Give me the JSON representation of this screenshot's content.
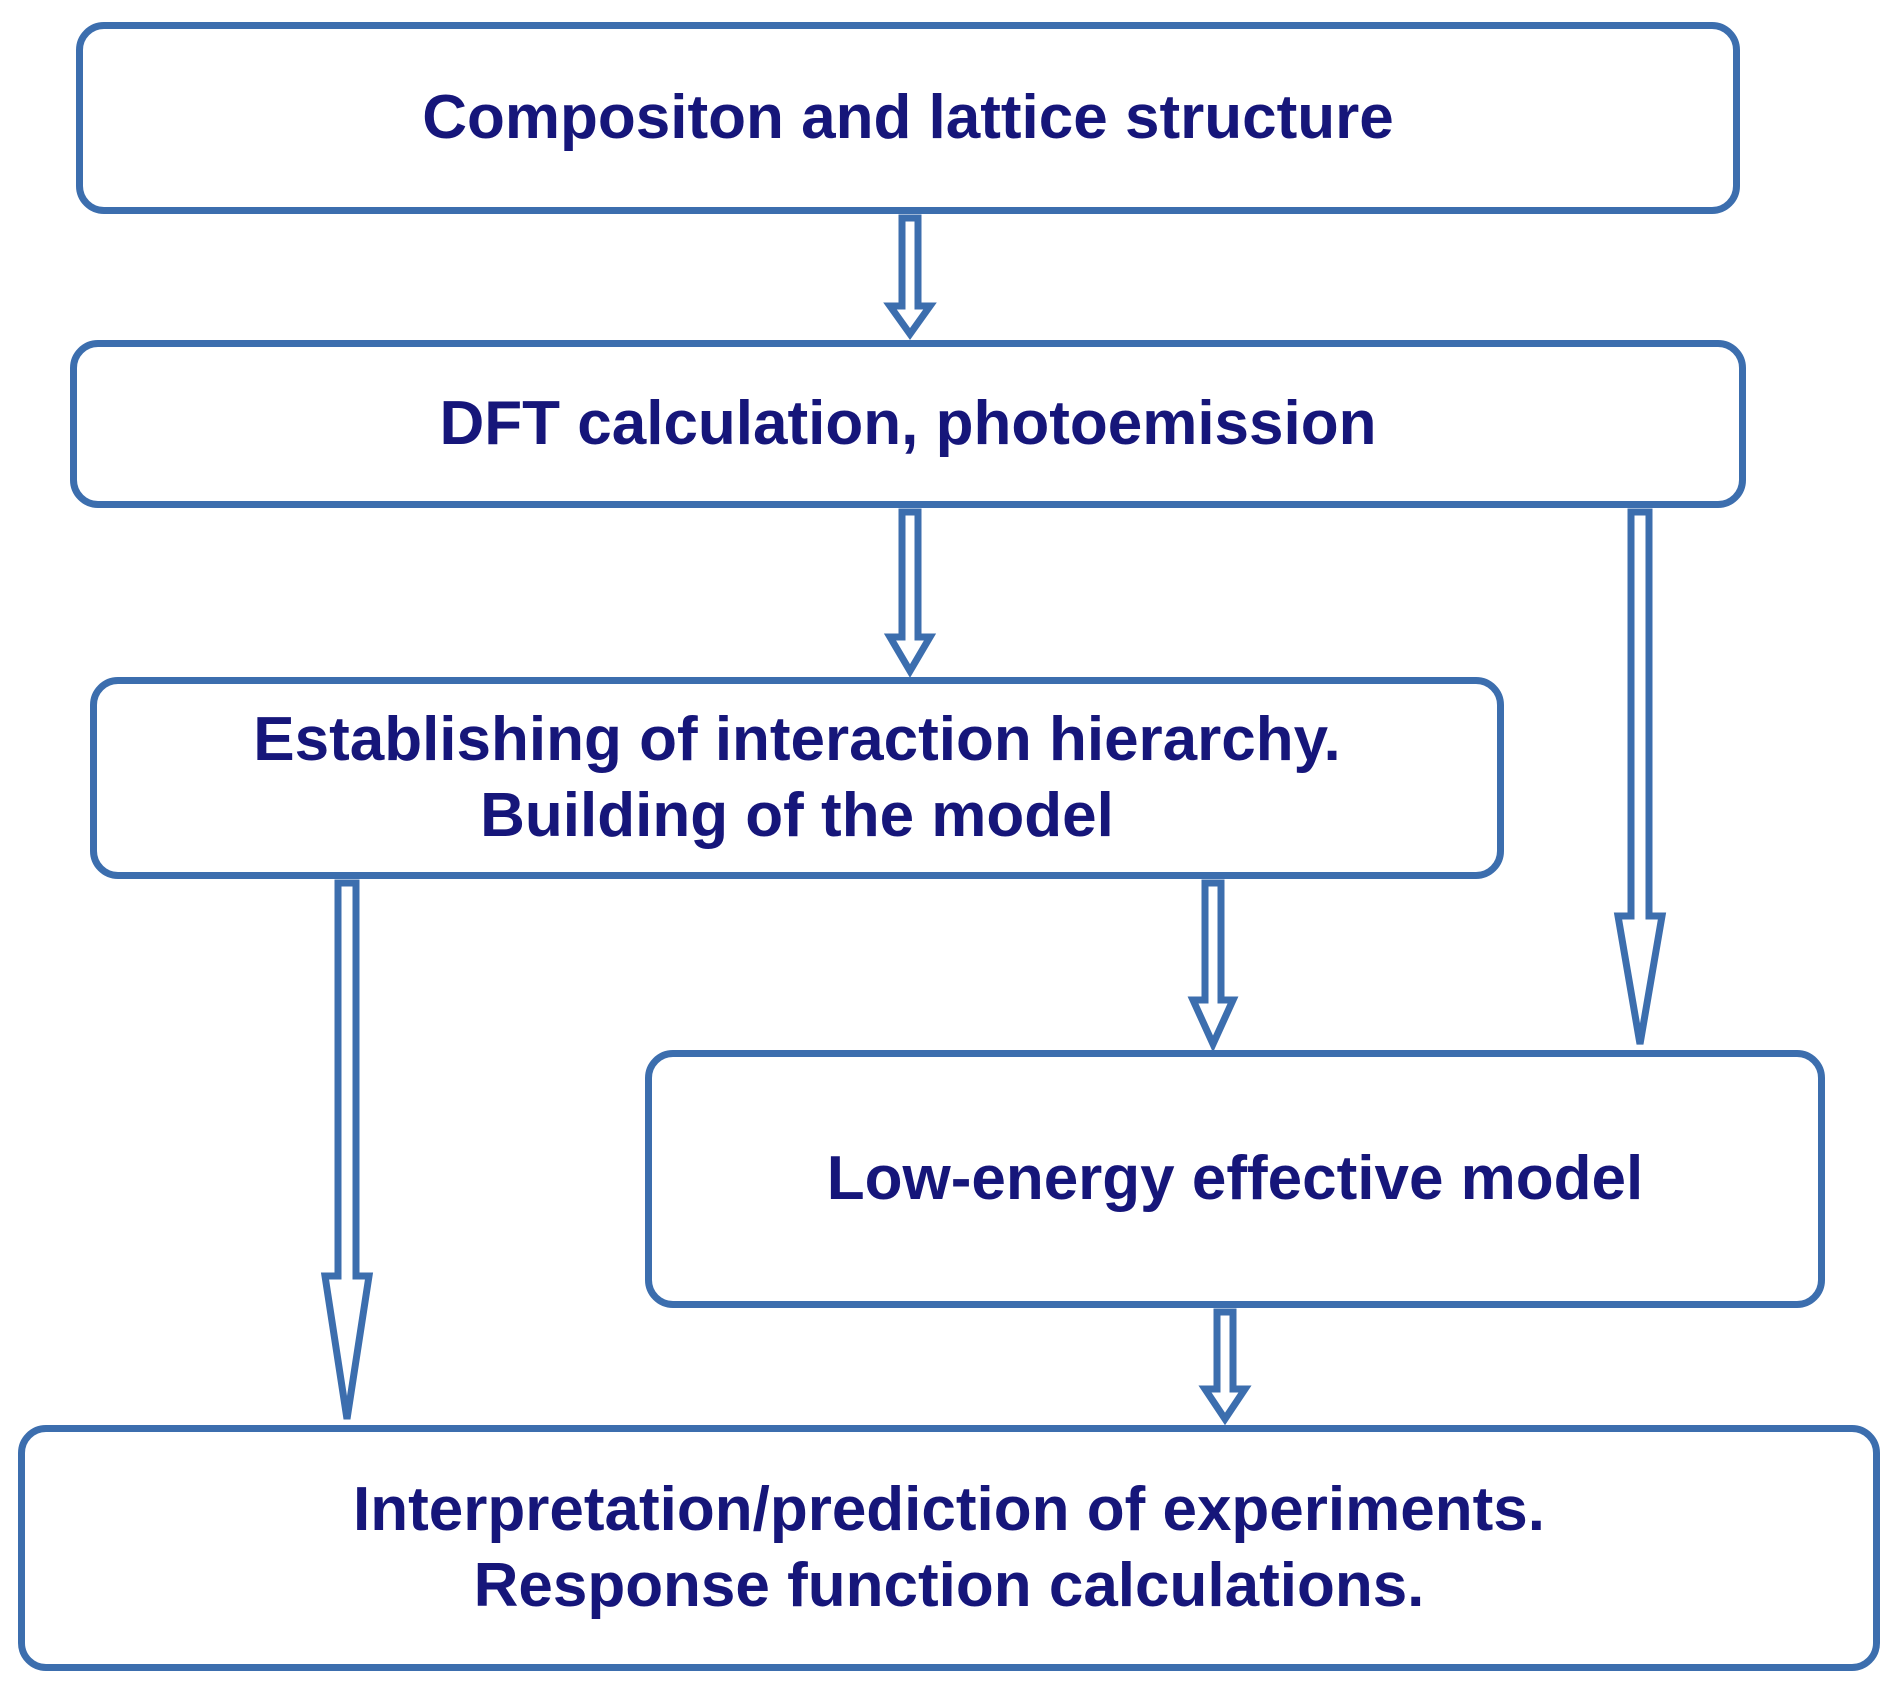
{
  "flowchart": {
    "nodes": {
      "composition": {
        "lines": [
          "Compositon and lattice structure"
        ]
      },
      "dft": {
        "lines": [
          "DFT calculation, photoemission"
        ]
      },
      "hierarchy": {
        "lines": [
          "Establishing of interaction hierarchy.",
          "Building of the model"
        ]
      },
      "low_energy": {
        "lines": [
          "Low-energy effective model"
        ]
      },
      "interpretation": {
        "lines": [
          "Interpretation/prediction of experiments.",
          "Response function calculations."
        ]
      }
    },
    "edges": [
      {
        "from": "composition",
        "to": "dft"
      },
      {
        "from": "dft",
        "to": "hierarchy"
      },
      {
        "from": "dft",
        "to": "low_energy"
      },
      {
        "from": "hierarchy",
        "to": "low_energy"
      },
      {
        "from": "hierarchy",
        "to": "interpretation"
      },
      {
        "from": "low_energy",
        "to": "interpretation"
      }
    ],
    "colors": {
      "border": "#3c6eae",
      "text": "#16167a",
      "background": "#ffffff"
    }
  }
}
